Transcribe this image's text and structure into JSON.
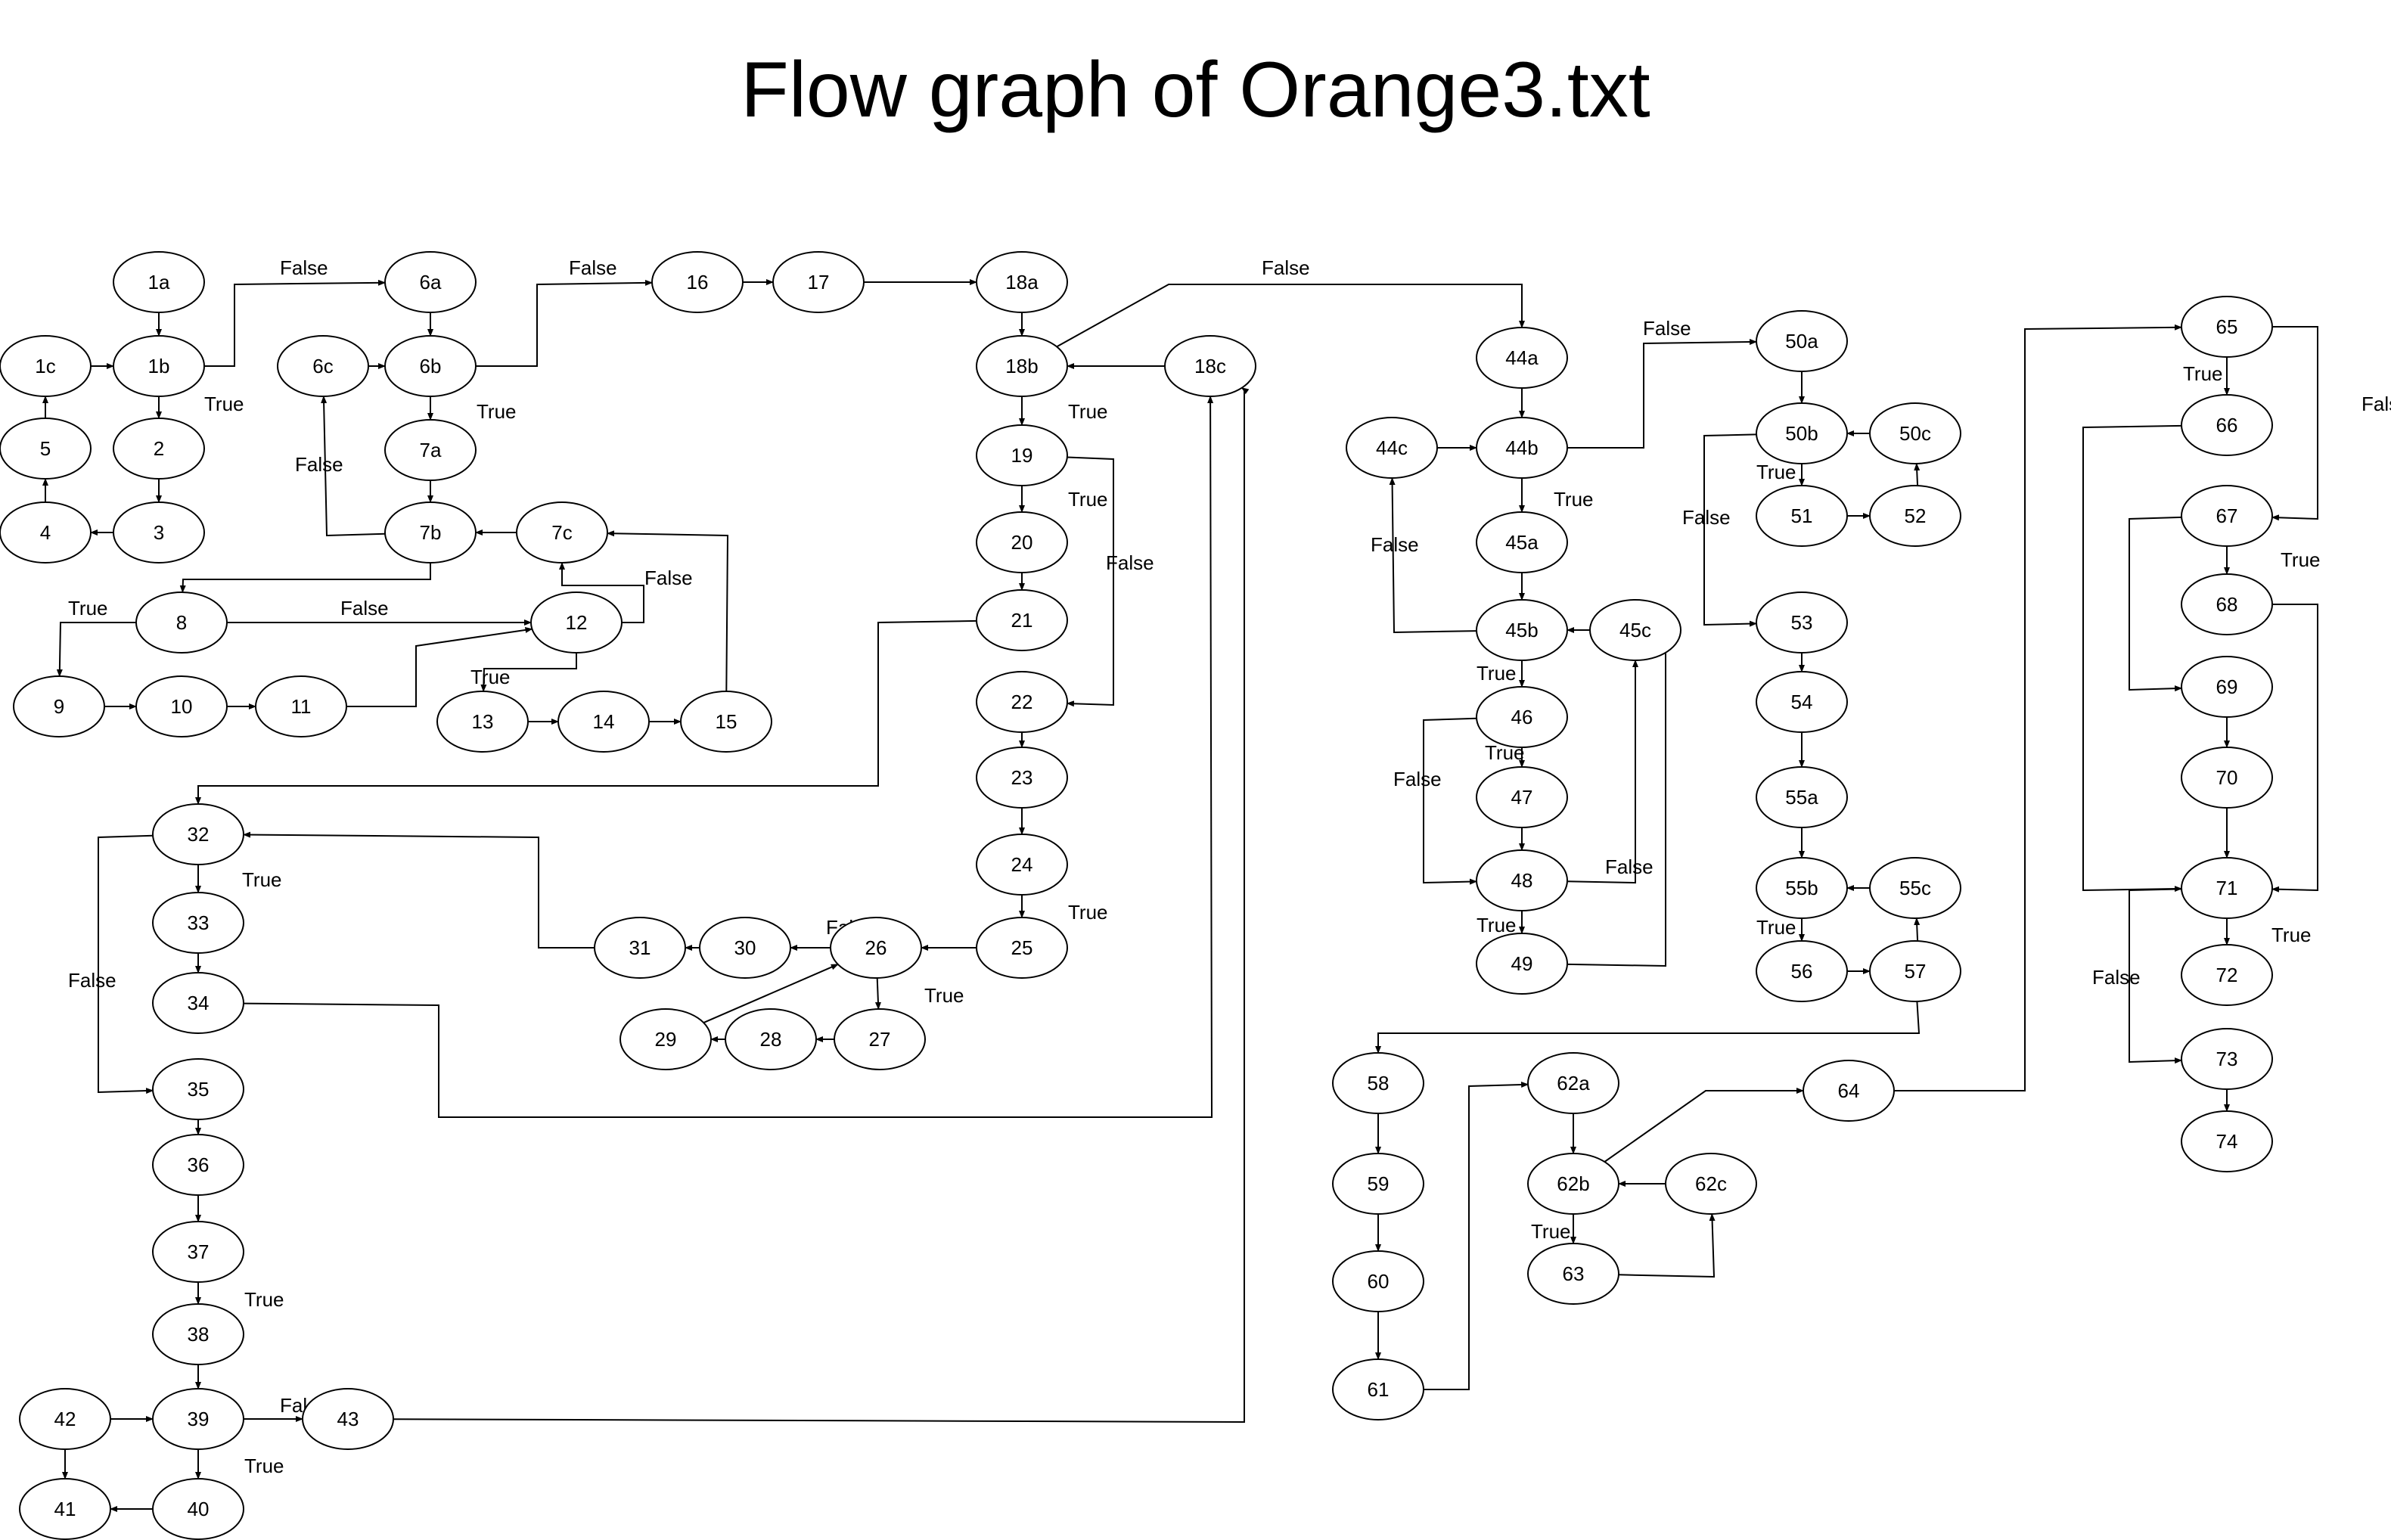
{
  "title": "Flow graph of Orange3.txt",
  "colors": {
    "stroke": "#000000",
    "background": "#ffffff",
    "text": "#000000"
  },
  "nodes": [
    "1a",
    "1b",
    "1c",
    "2",
    "3",
    "4",
    "5",
    "6a",
    "6b",
    "6c",
    "7a",
    "7b",
    "7c",
    "8",
    "9",
    "10",
    "11",
    "12",
    "13",
    "14",
    "15",
    "16",
    "17",
    "18a",
    "18b",
    "18c",
    "19",
    "20",
    "21",
    "22",
    "23",
    "24",
    "25",
    "26",
    "27",
    "28",
    "29",
    "30",
    "31",
    "32",
    "33",
    "34",
    "35",
    "36",
    "37",
    "38",
    "39",
    "40",
    "41",
    "42",
    "43",
    "44a",
    "44b",
    "44c",
    "45a",
    "45b",
    "45c",
    "46",
    "47",
    "48",
    "49",
    "50a",
    "50b",
    "50c",
    "51",
    "52",
    "53",
    "54",
    "55a",
    "55b",
    "55c",
    "56",
    "57",
    "58",
    "59",
    "60",
    "61",
    "62a",
    "62b",
    "62c",
    "63",
    "64",
    "65",
    "66",
    "67",
    "68",
    "69",
    "70",
    "71",
    "72",
    "73",
    "74"
  ],
  "edges": [
    {
      "from": "1a",
      "to": "1b",
      "label": ""
    },
    {
      "from": "1b",
      "to": "6a",
      "label": "False"
    },
    {
      "from": "1b",
      "to": "2",
      "label": "True"
    },
    {
      "from": "2",
      "to": "3",
      "label": ""
    },
    {
      "from": "3",
      "to": "4",
      "label": ""
    },
    {
      "from": "4",
      "to": "5",
      "label": ""
    },
    {
      "from": "5",
      "to": "1c",
      "label": ""
    },
    {
      "from": "1c",
      "to": "1b",
      "label": ""
    },
    {
      "from": "6a",
      "to": "6b",
      "label": ""
    },
    {
      "from": "6b",
      "to": "16",
      "label": "False"
    },
    {
      "from": "6b",
      "to": "7a",
      "label": "True"
    },
    {
      "from": "7a",
      "to": "7b",
      "label": ""
    },
    {
      "from": "7b",
      "to": "6c",
      "label": "False"
    },
    {
      "from": "6c",
      "to": "6b",
      "label": ""
    },
    {
      "from": "7b",
      "to": "8",
      "label": ""
    },
    {
      "from": "7c",
      "to": "7b",
      "label": ""
    },
    {
      "from": "8",
      "to": "12",
      "label": "False"
    },
    {
      "from": "8",
      "to": "9",
      "label": "True"
    },
    {
      "from": "9",
      "to": "10",
      "label": ""
    },
    {
      "from": "10",
      "to": "11",
      "label": ""
    },
    {
      "from": "11",
      "to": "12",
      "label": ""
    },
    {
      "from": "12",
      "to": "7c",
      "label": "False"
    },
    {
      "from": "12",
      "to": "13",
      "label": "True"
    },
    {
      "from": "13",
      "to": "14",
      "label": ""
    },
    {
      "from": "14",
      "to": "15",
      "label": ""
    },
    {
      "from": "15",
      "to": "7c",
      "label": ""
    },
    {
      "from": "16",
      "to": "17",
      "label": ""
    },
    {
      "from": "17",
      "to": "18a",
      "label": ""
    },
    {
      "from": "18a",
      "to": "18b",
      "label": ""
    },
    {
      "from": "18b",
      "to": "44a",
      "label": "False"
    },
    {
      "from": "18b",
      "to": "19",
      "label": "True"
    },
    {
      "from": "18c",
      "to": "18b",
      "label": ""
    },
    {
      "from": "19",
      "to": "20",
      "label": "True"
    },
    {
      "from": "19",
      "to": "22",
      "label": "False"
    },
    {
      "from": "20",
      "to": "21",
      "label": ""
    },
    {
      "from": "21",
      "to": "32",
      "label": ""
    },
    {
      "from": "22",
      "to": "23",
      "label": ""
    },
    {
      "from": "23",
      "to": "24",
      "label": ""
    },
    {
      "from": "24",
      "to": "25",
      "label": "True"
    },
    {
      "from": "25",
      "to": "26",
      "label": ""
    },
    {
      "from": "26",
      "to": "30",
      "label": "False"
    },
    {
      "from": "26",
      "to": "27",
      "label": "True"
    },
    {
      "from": "27",
      "to": "28",
      "label": ""
    },
    {
      "from": "28",
      "to": "29",
      "label": ""
    },
    {
      "from": "29",
      "to": "26",
      "label": ""
    },
    {
      "from": "30",
      "to": "31",
      "label": ""
    },
    {
      "from": "31",
      "to": "32",
      "label": ""
    },
    {
      "from": "32",
      "to": "33",
      "label": "True"
    },
    {
      "from": "32",
      "to": "35",
      "label": "False"
    },
    {
      "from": "33",
      "to": "34",
      "label": ""
    },
    {
      "from": "34",
      "to": "18c",
      "label": ""
    },
    {
      "from": "35",
      "to": "36",
      "label": ""
    },
    {
      "from": "36",
      "to": "37",
      "label": ""
    },
    {
      "from": "37",
      "to": "38",
      "label": "True"
    },
    {
      "from": "38",
      "to": "39",
      "label": ""
    },
    {
      "from": "39",
      "to": "43",
      "label": "False"
    },
    {
      "from": "39",
      "to": "40",
      "label": "True"
    },
    {
      "from": "40",
      "to": "41",
      "label": ""
    },
    {
      "from": "42",
      "to": "39",
      "label": ""
    },
    {
      "from": "42",
      "to": "41",
      "label": ""
    },
    {
      "from": "43",
      "to": "18c",
      "label": ""
    },
    {
      "from": "44a",
      "to": "44b",
      "label": ""
    },
    {
      "from": "44b",
      "to": "50a",
      "label": "False"
    },
    {
      "from": "44b",
      "to": "45a",
      "label": "True"
    },
    {
      "from": "44c",
      "to": "44b",
      "label": ""
    },
    {
      "from": "45a",
      "to": "45b",
      "label": ""
    },
    {
      "from": "45b",
      "to": "44c",
      "label": "False"
    },
    {
      "from": "45b",
      "to": "46",
      "label": "True"
    },
    {
      "from": "45c",
      "to": "45b",
      "label": ""
    },
    {
      "from": "46",
      "to": "47",
      "label": "True"
    },
    {
      "from": "46",
      "to": "48",
      "label": "False"
    },
    {
      "from": "47",
      "to": "48",
      "label": ""
    },
    {
      "from": "48",
      "to": "45c",
      "label": "False"
    },
    {
      "from": "48",
      "to": "49",
      "label": "True"
    },
    {
      "from": "49",
      "to": "45c",
      "label": ""
    },
    {
      "from": "50a",
      "to": "50b",
      "label": ""
    },
    {
      "from": "50b",
      "to": "51",
      "label": "True"
    },
    {
      "from": "50b",
      "to": "53",
      "label": "False"
    },
    {
      "from": "50c",
      "to": "50b",
      "label": ""
    },
    {
      "from": "51",
      "to": "52",
      "label": ""
    },
    {
      "from": "52",
      "to": "50c",
      "label": ""
    },
    {
      "from": "53",
      "to": "54",
      "label": ""
    },
    {
      "from": "54",
      "to": "55a",
      "label": ""
    },
    {
      "from": "55a",
      "to": "55b",
      "label": ""
    },
    {
      "from": "55b",
      "to": "56",
      "label": "True"
    },
    {
      "from": "55c",
      "to": "55b",
      "label": ""
    },
    {
      "from": "56",
      "to": "57",
      "label": ""
    },
    {
      "from": "57",
      "to": "55c",
      "label": ""
    },
    {
      "from": "57",
      "to": "58",
      "label": ""
    },
    {
      "from": "58",
      "to": "59",
      "label": ""
    },
    {
      "from": "59",
      "to": "60",
      "label": ""
    },
    {
      "from": "60",
      "to": "61",
      "label": ""
    },
    {
      "from": "61",
      "to": "62a",
      "label": ""
    },
    {
      "from": "62a",
      "to": "62b",
      "label": ""
    },
    {
      "from": "62b",
      "to": "64",
      "label": ""
    },
    {
      "from": "62b",
      "to": "63",
      "label": "True"
    },
    {
      "from": "62c",
      "to": "62b",
      "label": ""
    },
    {
      "from": "63",
      "to": "62c",
      "label": ""
    },
    {
      "from": "64",
      "to": "65",
      "label": ""
    },
    {
      "from": "65",
      "to": "66",
      "label": "True"
    },
    {
      "from": "65",
      "to": "67",
      "label": "False"
    },
    {
      "from": "66",
      "to": "71",
      "label": ""
    },
    {
      "from": "67",
      "to": "68",
      "label": "True"
    },
    {
      "from": "67",
      "to": "69",
      "label": ""
    },
    {
      "from": "68",
      "to": "71",
      "label": ""
    },
    {
      "from": "69",
      "to": "70",
      "label": ""
    },
    {
      "from": "70",
      "to": "71",
      "label": ""
    },
    {
      "from": "71",
      "to": "72",
      "label": "True"
    },
    {
      "from": "71",
      "to": "73",
      "label": "False"
    },
    {
      "from": "73",
      "to": "74",
      "label": ""
    }
  ]
}
